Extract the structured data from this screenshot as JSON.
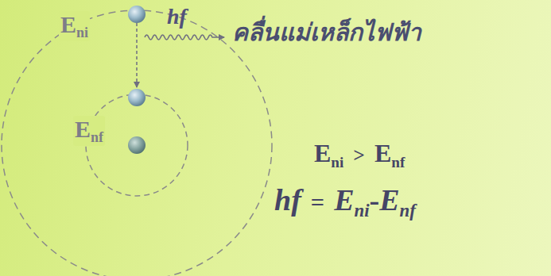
{
  "diagram": {
    "labels": [
      "E",
      "ni",
      "hf",
      "คลื่นแม่เหล็กไฟฟ้า",
      "E",
      "nf",
      "E",
      "ni",
      ">",
      "E",
      "nf",
      "hf",
      "=",
      "E",
      "ni",
      "-",
      "E",
      "nf"
    ]
  }
}
